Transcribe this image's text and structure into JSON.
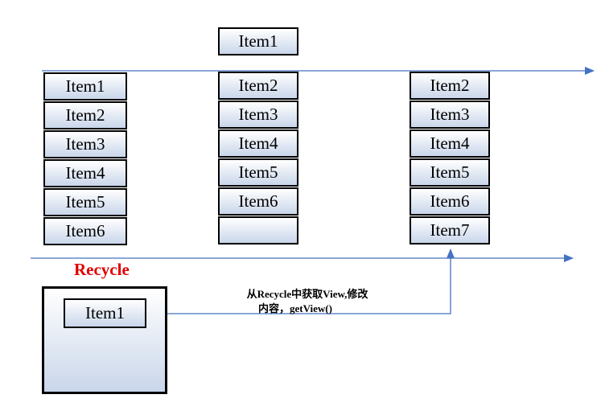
{
  "columns": [
    {
      "name": "column-1",
      "items": [
        "Item1",
        "Item2",
        "Item3",
        "Item4",
        "Item5",
        "Item6"
      ]
    },
    {
      "name": "column-2",
      "above": "Item1",
      "items": [
        "Item2",
        "Item3",
        "Item4",
        "Item5",
        "Item6",
        ""
      ]
    },
    {
      "name": "column-3",
      "items": [
        "Item2",
        "Item3",
        "Item4",
        "Item5",
        "Item6",
        "Item7"
      ]
    }
  ],
  "recycle": {
    "title": "Recycle",
    "item": "Item1"
  },
  "note": {
    "line1": "从Recycle中获取View,修改",
    "line2": "内容，getView()"
  },
  "colors": {
    "arrow": "#4472c4",
    "title": "#e00000",
    "box_border": "#000000"
  }
}
